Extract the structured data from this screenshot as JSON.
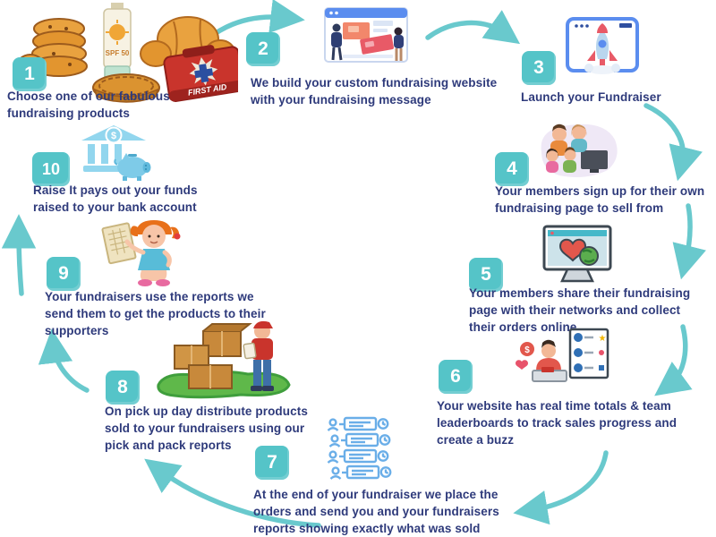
{
  "colors": {
    "badge_teal": "#55c4c8",
    "arrow_teal": "#69c9cd",
    "text_navy": "#2e3a7b"
  },
  "steps": [
    {
      "number": "1",
      "label": "Choose one of our fabulous\nfundraising products",
      "icon": "fundraising-products"
    },
    {
      "number": "2",
      "label": "We build your custom fundraising website\nwith your fundraising message",
      "icon": "website-builder"
    },
    {
      "number": "3",
      "label": "Launch your Fundraiser",
      "icon": "rocket-launch"
    },
    {
      "number": "4",
      "label": "Your members sign up for their own\nfundraising page to sell from",
      "icon": "family-computer"
    },
    {
      "number": "5",
      "label": "Your members share their fundraising\npage with their networks and collect\ntheir orders online",
      "icon": "share-monitor"
    },
    {
      "number": "6",
      "label": "Your website has real time totals & team\nleaderboards to track sales progress and\ncreate a buzz",
      "icon": "leaderboard"
    },
    {
      "number": "7",
      "label": "At the end of your fundraiser we place the\norders and send you and your fundraisers\nreports showing exactly what was sold",
      "icon": "order-reports"
    },
    {
      "number": "8",
      "label": "On pick up day distribute products\nsold to your fundraisers using our\npick and pack reports",
      "icon": "delivery-boxes"
    },
    {
      "number": "9",
      "label": "Your fundraisers use the reports we\nsend them to get the products to their\nsupporters",
      "icon": "girl-with-report"
    },
    {
      "number": "10",
      "label": "Raise It pays out your funds\nraised to your bank account",
      "icon": "bank-payout"
    }
  ],
  "illustration_text": {
    "sunscreen": "SPF 50",
    "first_aid": "FIRST AID",
    "bank_dollar": "$",
    "coin_dollar": "$"
  }
}
